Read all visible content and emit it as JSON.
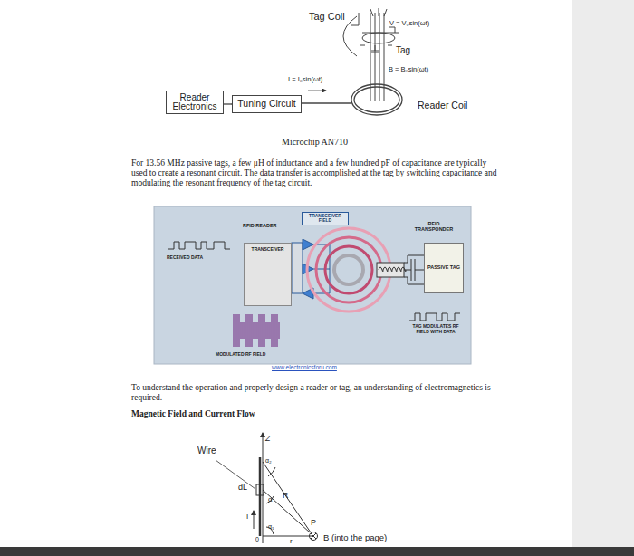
{
  "diagram": {
    "nodes": [
      {
        "text": [
          "Reader Electronics"
        ]
      },
      {
        "text": [
          "Tuning Circuit"
        ]
      },
      {
        "text": [
          "TRANSCEIVER FIELD"
        ]
      },
      {
        "text": [
          "TRANSCEIVER"
        ]
      },
      {
        "text": [
          "PASSIVE TAG"
        ]
      }
    ],
    "edges": [
      {
        "from": 0,
        "to": 1,
        "arrow": "none"
      }
    ],
    "labels": [
      "Tag Coil",
      "V = V₀sin(ωt)",
      "Tag",
      "B = B₀sin(ωt)",
      "I = I₀sin(ωt)",
      "Reader Coil",
      "Microchip AN710",
      "For 13.56 MHz passive tags, a few μH of inductance and a few hundred pF of capacitance are typically used to create a resonant circuit. The data transfer is accomplished at the tag by switching capacitance and modulating the resonant frequency of the tag circuit.",
      "RFID READER",
      "RFID TRANSPONDER",
      "RECEIVED DATA",
      "TAG MODULATES RF FIELD WITH DATA",
      "MODULATED RF FIELD",
      "www.electronicsforu.com",
      "To understand the operation and properly design a reader or tag, an understanding of electromagnetics is required.",
      "Magnetic Field and Current Flow",
      "Wire",
      "Z",
      "α₂",
      "dL",
      "α",
      "R",
      "I",
      "α₁",
      "0",
      "r",
      "P",
      "B (into the page)"
    ]
  }
}
